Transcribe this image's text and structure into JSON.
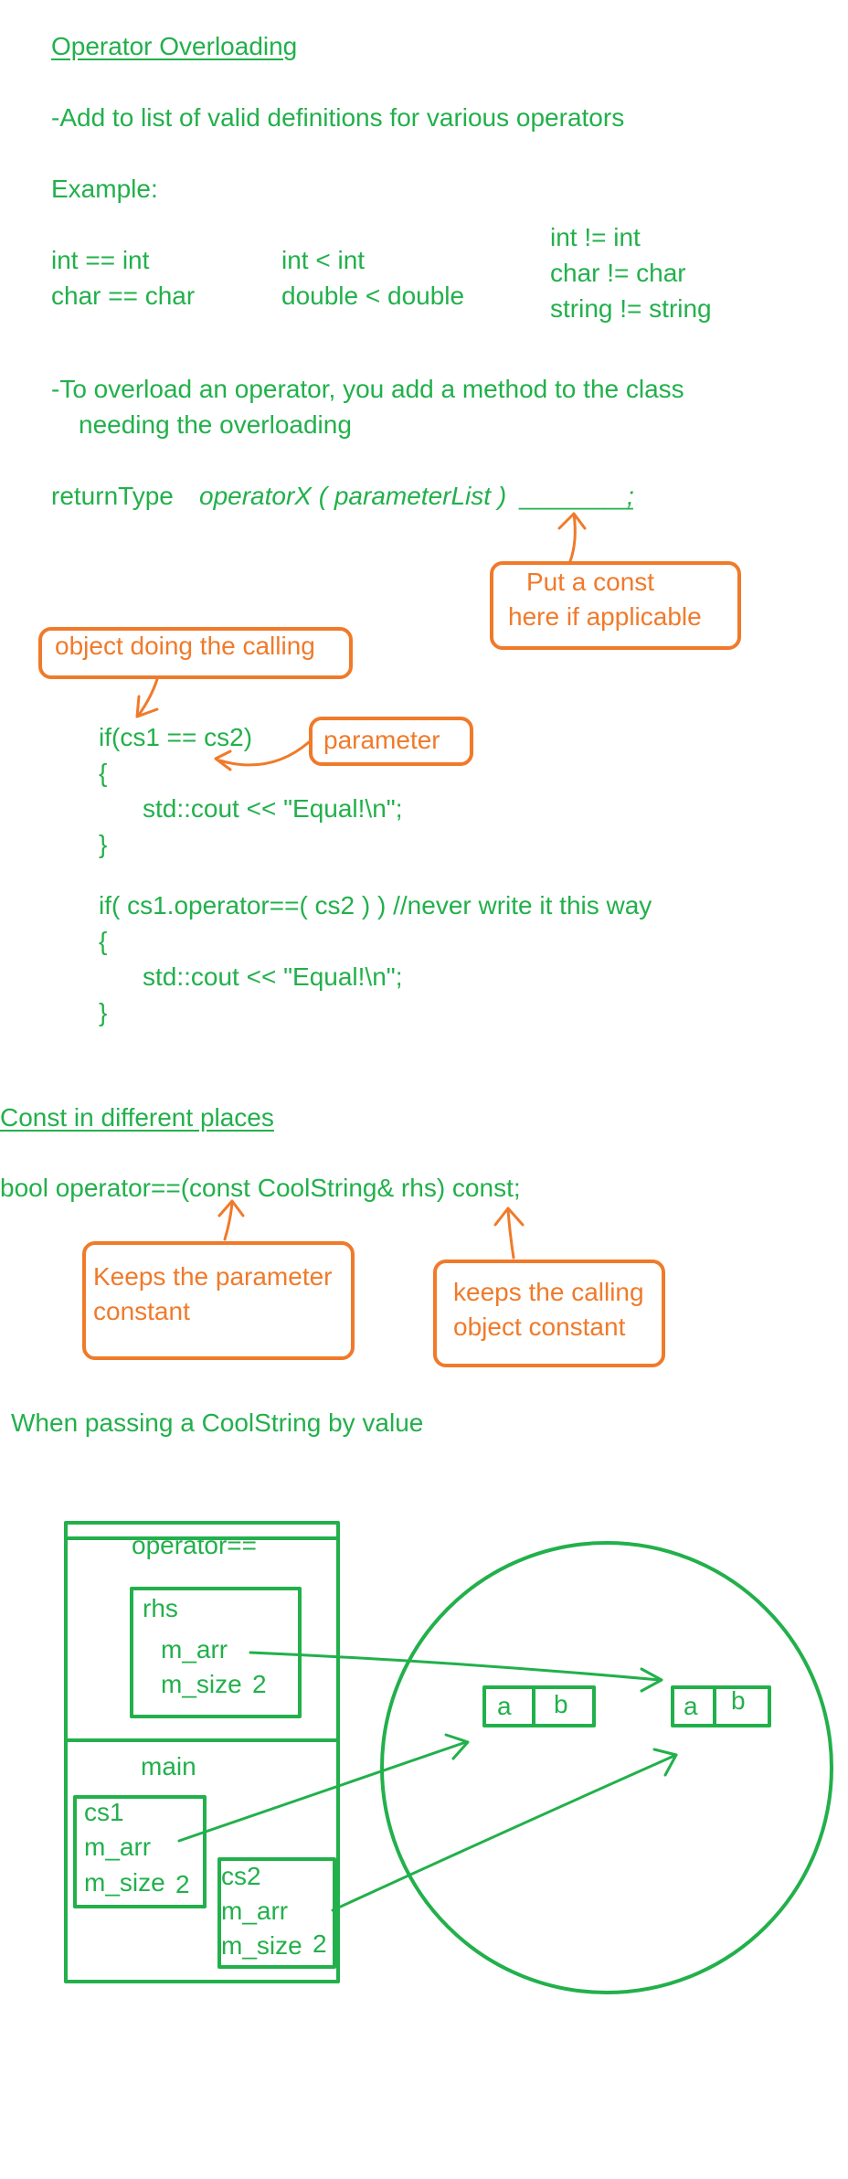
{
  "heading": "Operator Overloading",
  "add_line": "-Add to list of valid definitions for various operators",
  "example_label": "Example:",
  "examples": {
    "col1": [
      "int == int",
      "char == char"
    ],
    "col2": [
      "int < int",
      "double < double"
    ],
    "col3": [
      "int != int",
      "char != char",
      "string != string"
    ]
  },
  "overload_line1": "-To overload an operator, you add a method to the class",
  "overload_line2": "needing the overloading",
  "signature": {
    "return_type": "returnType",
    "operator_part": "operatorX ( parameterList )",
    "blank": "________",
    "semicolon": ";"
  },
  "const_note": [
    "Put a const",
    "here if applicable"
  ],
  "calling_note": "object doing the calling",
  "parameter_note": "parameter",
  "code1": [
    "if(cs1 == cs2)",
    "{",
    "std::cout << \"Equal!\\n\";",
    "}"
  ],
  "code2": [
    "if( cs1.operator==( cs2 ) ) //never write it this way",
    "{",
    "std::cout << \"Equal!\\n\";",
    "}"
  ],
  "const_heading": "Const in different places",
  "bool_line": "bool operator==(const CoolString& rhs) const;",
  "param_const_note": [
    "Keeps the parameter",
    "constant"
  ],
  "object_const_note": [
    "keeps the calling",
    "object constant"
  ],
  "passing_line": "When passing a CoolString by value",
  "diagram": {
    "frame_top": "operator==",
    "rhs_box": {
      "name": "rhs",
      "arr": "m_arr",
      "size_label": "m_size",
      "size_value": "2"
    },
    "frame_bottom": "main",
    "cs1_box": {
      "name": "cs1",
      "arr": "m_arr",
      "size_label": "m_size",
      "size_value": "2"
    },
    "cs2_box": {
      "name": "cs2",
      "arr": "m_arr",
      "size_label": "m_size",
      "size_value": "2"
    },
    "array1": [
      "a",
      "b"
    ],
    "array2": [
      "a",
      "b"
    ]
  },
  "colors": {
    "ink": "#22b04b",
    "annotation": "#f07a2a",
    "background": "#ffffff"
  }
}
